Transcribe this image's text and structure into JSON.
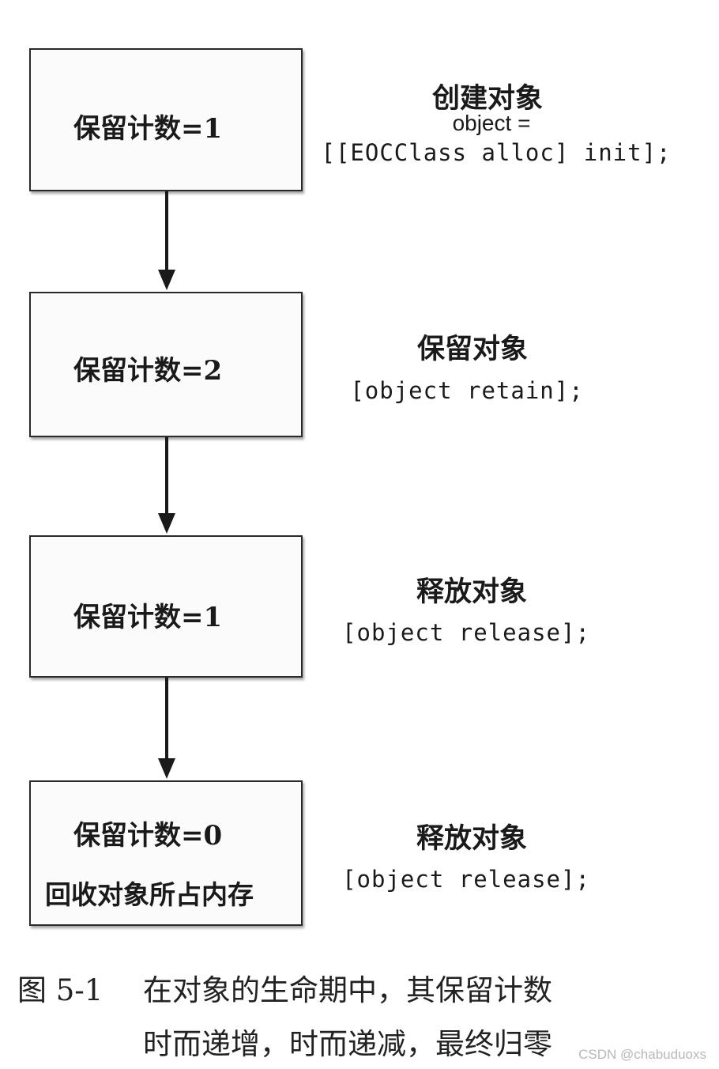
{
  "boxes": [
    {
      "label": "保留计数=1"
    },
    {
      "label": "保留计数=2"
    },
    {
      "label": "保留计数=1"
    },
    {
      "label": "保留计数=0",
      "sub": "回收对象所占内存"
    }
  ],
  "steps": [
    {
      "title": "创建对象",
      "code_line_1": "object =",
      "code_line_2": "[[EOCClass alloc] init];"
    },
    {
      "title": "保留对象",
      "code": "[object retain];"
    },
    {
      "title": "释放对象",
      "code": "[object release];"
    },
    {
      "title": "释放对象",
      "code": "[object release];"
    }
  ],
  "caption": {
    "label": "图 5-1",
    "line_1": "在对象的生命期中，其保留计数",
    "line_2": "时而递增，时而递减，最终归零"
  },
  "watermark": "CSDN @chabuduoxs"
}
